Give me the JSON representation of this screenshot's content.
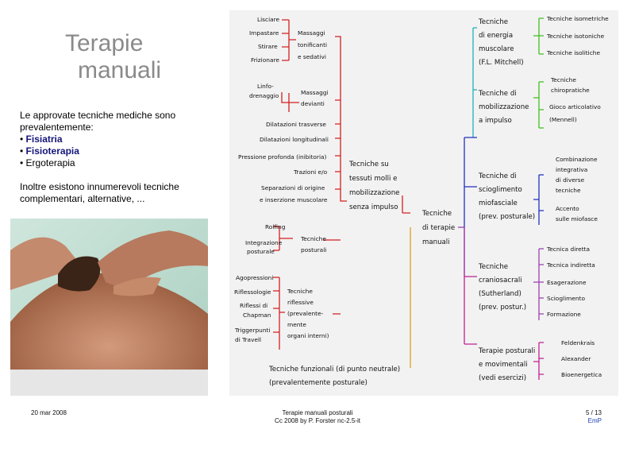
{
  "slide": {
    "title_line1": "Terapie",
    "title_line2": "manuali",
    "intro_text": "Le approvate tecniche mediche sono prevalentemente:",
    "bullets": [
      "Fisiatria",
      "Fisioterapia",
      "Ergoterapia"
    ],
    "bullet_char": "•",
    "extra_text": "Inoltre esistono innumerevoli tecniche complementari, alternative, ..."
  },
  "mindmap": {
    "center": [
      "Tecniche",
      "di terapie",
      "manuali"
    ],
    "tessuti": [
      "Tecniche su",
      "tessuti molli e",
      "mobilizzazione",
      "senza impulso"
    ],
    "massaggi": [
      "Massaggi",
      "tonificanti",
      "e sedativi"
    ],
    "massaggi_items": [
      "Lisciare",
      "Impastare",
      "Stirare",
      "Frizionare"
    ],
    "devianti": [
      "Massaggi",
      "devianti"
    ],
    "devianti_items": [
      "Linfo-",
      "drenaggio"
    ],
    "direct_items": [
      "Dilatazioni trasverse",
      "Dilatazioni longitudinali",
      "Pressione profonda (inibitoria)",
      "Trazioni e/o",
      "Separazioni di origine",
      "e inserzione muscolare"
    ],
    "posturali": [
      "Tecniche",
      "posturali"
    ],
    "posturali_items": [
      "Rolfing",
      "Integrazione",
      "posturale"
    ],
    "riflessive": [
      "Tecniche",
      "riflessive",
      "(prevalente-",
      "mente",
      "organi interni)"
    ],
    "riflessive_items": [
      "Agopressioni",
      "Riflessologie",
      "Riflessi di",
      "Chapman",
      "Triggerpunti",
      "di Travell"
    ],
    "funzionali": [
      "Tecniche funzionali (di punto neutrale)",
      "(prevalentemente posturale)"
    ],
    "energia": [
      "Tecniche",
      "di energia",
      "muscolare",
      "(F.L. Mitchell)"
    ],
    "energia_items": [
      "Tecniche isometriche",
      "Tecniche isotoniche",
      "Tecniche isolitiche"
    ],
    "mobilizzazione": [
      "Tecniche di",
      "mobilizzazione",
      "a impulso"
    ],
    "mobilizzazione_items": [
      "Tecniche",
      "chiropratiche",
      "Gioco articolativo",
      "(Mennell)"
    ],
    "scioglimento": [
      "Tecniche di",
      "scioglimento",
      "miofasciale",
      "(prev. posturale)"
    ],
    "scioglimento_items": [
      "Combinazione",
      "integrativa",
      "di diverse",
      "tecniche",
      "Accento",
      "sulle miofasce"
    ],
    "cranio": [
      "Tecniche",
      "craniosacrali",
      "(Sutherland)",
      "(prev. postur.)"
    ],
    "cranio_items": [
      "Tecnica diretta",
      "Tecnica indiretta",
      "Esagerazione",
      "Scioglimento",
      "Formazione"
    ],
    "posturali_mov": [
      "Terapie posturali",
      "e movimentali",
      "(vedi esercizi)"
    ],
    "posturali_mov_items": [
      "Feldenkrais",
      "Alexander",
      "Bioenergetica"
    ]
  },
  "colors": {
    "title": "#8a8a8a",
    "red": "#d42020",
    "orange": "#e0a020",
    "teal": "#20b0b8",
    "green": "#40c020",
    "blue": "#2030c0",
    "purple": "#9a40b0",
    "magenta": "#c02090"
  },
  "footer": {
    "date": "20 mar 2008",
    "center_line1": "Terapie manuali posturali",
    "center_line2": "Cc 2008 by P. Forster nc-2.5-it",
    "page": "5 / 13",
    "author": "EmP"
  }
}
